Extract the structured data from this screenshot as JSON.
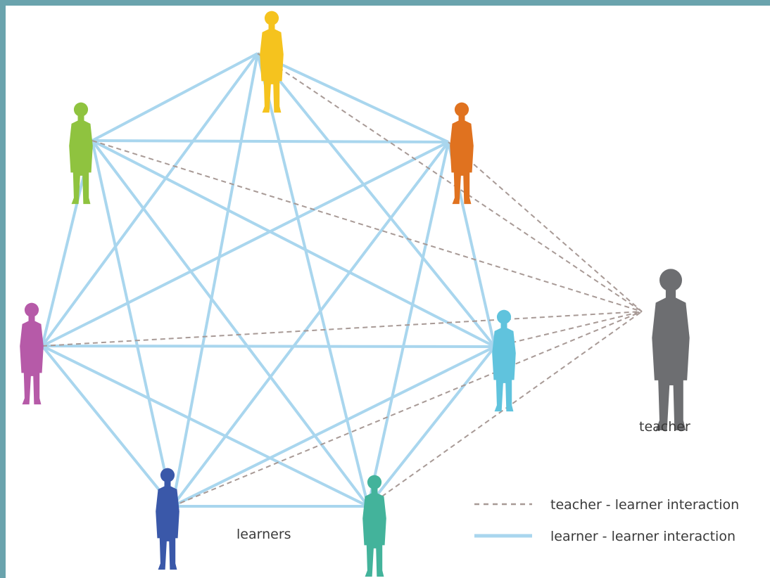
{
  "labels": {
    "learners": "learners",
    "teacher": "teacher"
  },
  "legend": {
    "teacher_learner": "teacher - learner interaction",
    "learner_learner": "learner - learner interaction"
  },
  "colors": {
    "frame": "#6aa3ad",
    "background": "#ffffff",
    "learner_line": "#a9d6ee",
    "teacher_line": "#a89a96",
    "teacher": "#6d6e71",
    "learners": [
      "#f5c31e",
      "#e0721f",
      "#60c3dd",
      "#43b39b",
      "#3a58a9",
      "#b65aa8",
      "#8fc33f"
    ]
  },
  "icons": {
    "learner": "person-silhouette-icon",
    "teacher": "person-silhouette-icon"
  }
}
